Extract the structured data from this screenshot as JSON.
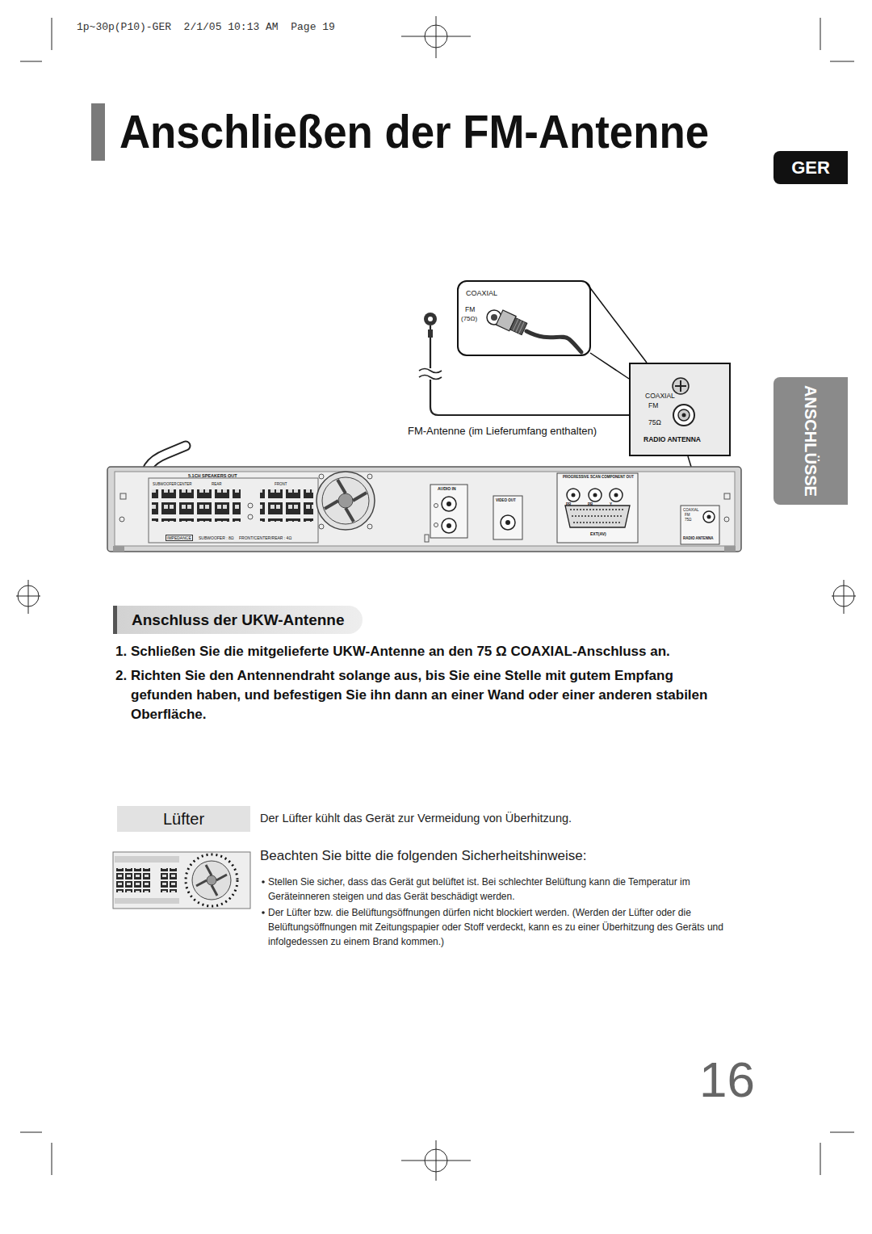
{
  "diagram": {
    "title": "Anschließen der FM-Antenne",
    "nodes": [
      {
        "text": [
          "GER"
        ]
      },
      {
        "text": [
          "COAXIAL",
          "FM",
          "(75Ω)"
        ]
      },
      {
        "text": [
          "COAXIAL",
          "FM",
          "75Ω",
          "RADIO ANTENNA"
        ]
      },
      {
        "text": [
          "ANSCHLÜSSE"
        ]
      },
      {
        "text": [
          "Anschluss der UKW-Antenne"
        ]
      },
      {
        "text": [
          "Lüfter"
        ]
      }
    ],
    "edges": [
      {
        "from": 1,
        "to": 2,
        "arrow": "none"
      },
      {
        "from": 1,
        "to": 2,
        "arrow": "none"
      }
    ],
    "labels": [
      "1p~30p(P10)-GER  2/1/05 10:13 AM  Page 19",
      "FM-Antenne (im Lieferumfang enthalten)",
      "5.1CH SPEAKERS OUT",
      "SUBWOOFER",
      "CENTER",
      "REAR",
      "FRONT",
      "IMPEDANCE",
      "SUBWOOFER : 8Ω",
      "FRONT/CENTER/REAR : 4Ω",
      "AUDIO IN",
      "VIDEO OUT",
      "PROGRESSIVE SCAN COMPONENT OUT",
      "PR",
      "PB",
      "Y",
      "EXT(AV)",
      "COAXIAL",
      "FM",
      "75Ω",
      "RADIO ANTENNA",
      "1. Schließen Sie die mitgelieferte UKW-Antenne an den 75 Ω COAXIAL-Anschluss an.",
      "2. Richten Sie den Antennendraht solange aus, bis Sie eine Stelle mit gutem Empfang gefunden haben, und befestigen Sie ihn dann an einer Wand oder einer anderen stabilen Oberfläche.",
      "Der Lüfter kühlt das Gerät zur Vermeidung von Überhitzung.",
      "Beachten Sie bitte die folgenden Sicherheitshinweise:",
      "Stellen Sie sicher, dass das Gerät gut belüftet ist. Bei schlechter Belüftung kann die Temperatur im Geräteinneren steigen und das Gerät beschädigt werden.",
      "Der Lüfter bzw. die Belüftungsöffnungen dürfen nicht blockiert werden. (Werden der Lüfter oder die Belüftungsöffnungen mit Zeitungspapier oder Stoff verdeckt, kann es zu einer Überhitzung des Geräts und infolgedessen zu einem Brand kommen.)",
      "16"
    ]
  }
}
